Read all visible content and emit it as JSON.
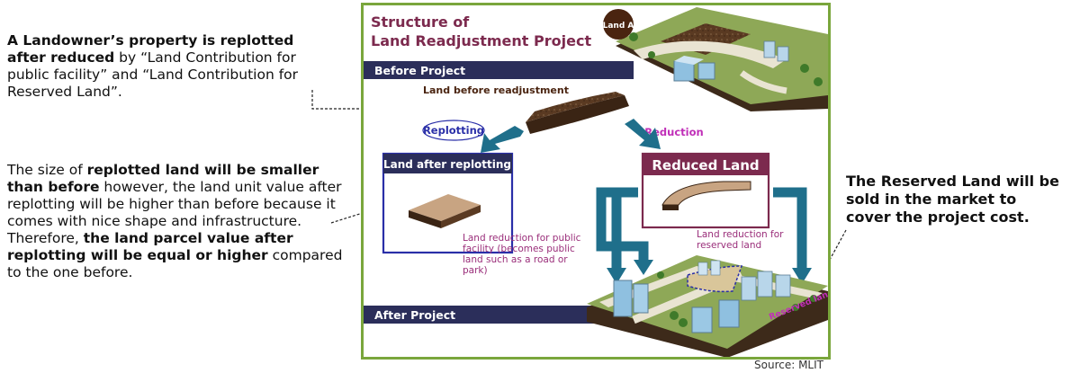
{
  "notes": {
    "landowner": {
      "bold": "A Landowner’s property is replotted after reduced",
      "rest": " by “Land Contribution for public facility” and “Land Contribution for Reserved Land”."
    },
    "size": {
      "p1": "The size of ",
      "b1": "replotted land will be smaller than before",
      "p2": " however, the land unit value after replotting will be higher than before because it comes with nice shape and infrastructure.",
      "p3": "Therefore, ",
      "b2": "the land parcel value after replotting will be equal or higher",
      "p4": " compared to the one before."
    },
    "reserved": "The Reserved Land will be sold in the market to cover the project cost."
  },
  "source": "Source: MLIT",
  "diagram": {
    "title_line1": "Structure of",
    "title_line2": "Land Readjustment Project",
    "land_a": "Land  A",
    "before_project": "Before Project",
    "land_before": "Land before readjustment",
    "replotting": "Replotting",
    "reduction": "Reduction",
    "land_after": "Land after replotting",
    "reduced_land": "Reduced Land",
    "public_reduction": [
      "Land reduction for public",
      "facility (becomes public",
      "land such as a road or",
      "park)"
    ],
    "reserved_reduction": [
      "Land reduction for",
      "reserved land"
    ],
    "after_project": "After Project",
    "reserved_label": "Reserved land"
  },
  "colors": {
    "frame_border": "#7aa63c",
    "banner": "#2b2e5a",
    "title": "#7c2a4e",
    "replotting": "#2a2fa8",
    "reduction": "#c02fb8",
    "magenta_label": "#9a2e7a",
    "arrow_teal": "#1f6f8b",
    "dark_brown": "#4a2410"
  }
}
